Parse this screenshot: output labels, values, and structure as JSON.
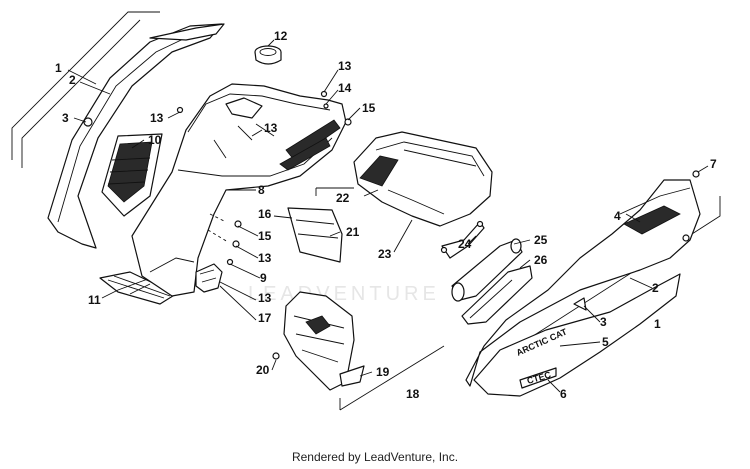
{
  "watermark": "LEADVENTURE",
  "footer": "Rendered by LeadVenture, Inc.",
  "decals": {
    "brand": "ARCTIC CAT",
    "model": "CTEC"
  },
  "callouts": [
    {
      "id": "c1a",
      "text": "1"
    },
    {
      "id": "c2a",
      "text": "2"
    },
    {
      "id": "c3a",
      "text": "3"
    },
    {
      "id": "c10",
      "text": "10"
    },
    {
      "id": "c11",
      "text": "11"
    },
    {
      "id": "c12",
      "text": "12"
    },
    {
      "id": "c13a",
      "text": "13"
    },
    {
      "id": "c13b",
      "text": "13"
    },
    {
      "id": "c13c",
      "text": "13"
    },
    {
      "id": "c13d",
      "text": "13"
    },
    {
      "id": "c13e",
      "text": "13"
    },
    {
      "id": "c14",
      "text": "14"
    },
    {
      "id": "c15a",
      "text": "15"
    },
    {
      "id": "c15b",
      "text": "15"
    },
    {
      "id": "c16",
      "text": "16"
    },
    {
      "id": "c17",
      "text": "17"
    },
    {
      "id": "c18",
      "text": "18"
    },
    {
      "id": "c19",
      "text": "19"
    },
    {
      "id": "c20",
      "text": "20"
    },
    {
      "id": "c21",
      "text": "21"
    },
    {
      "id": "c22",
      "text": "22"
    },
    {
      "id": "c23",
      "text": "23"
    },
    {
      "id": "c24",
      "text": "24"
    },
    {
      "id": "c25",
      "text": "25"
    },
    {
      "id": "c26",
      "text": "26"
    },
    {
      "id": "c8",
      "text": "8"
    },
    {
      "id": "c9",
      "text": "9"
    },
    {
      "id": "c7",
      "text": "7"
    },
    {
      "id": "c4",
      "text": "4"
    },
    {
      "id": "c2b",
      "text": "2"
    },
    {
      "id": "c3b",
      "text": "3"
    },
    {
      "id": "c1b",
      "text": "1"
    },
    {
      "id": "c5",
      "text": "5"
    },
    {
      "id": "c6",
      "text": "6"
    }
  ]
}
